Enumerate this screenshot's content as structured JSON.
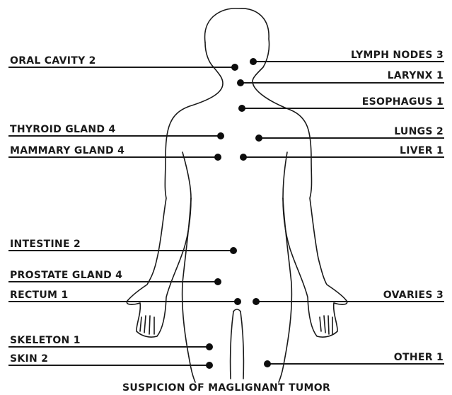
{
  "labels": {
    "oral_cavity": "ORAL CAVITY 2",
    "lymph_nodes": "LYMPH NODES 3",
    "larynx": "LARYNX 1",
    "esophagus": "ESOPHAGUS 1",
    "thyroid_gland": "THYROID GLAND 4",
    "lungs": "LUNGS 2",
    "mammary_gland": "MAMMARY GLAND 4",
    "liver": "LIVER 1",
    "intestine": "INTESTINE 2",
    "prostate_gland": "PROSTATE GLAND 4",
    "rectum": "RECTUM 1",
    "ovaries": "OVARIES 3",
    "skeleton": "SKELETON 1",
    "skin": "SKIN 2",
    "other": "OTHER 1"
  },
  "caption": "SUSPICION OF MAGLIGNANT TUMOR",
  "colors": {
    "ink": "#1a1a1a",
    "background": "#ffffff"
  }
}
